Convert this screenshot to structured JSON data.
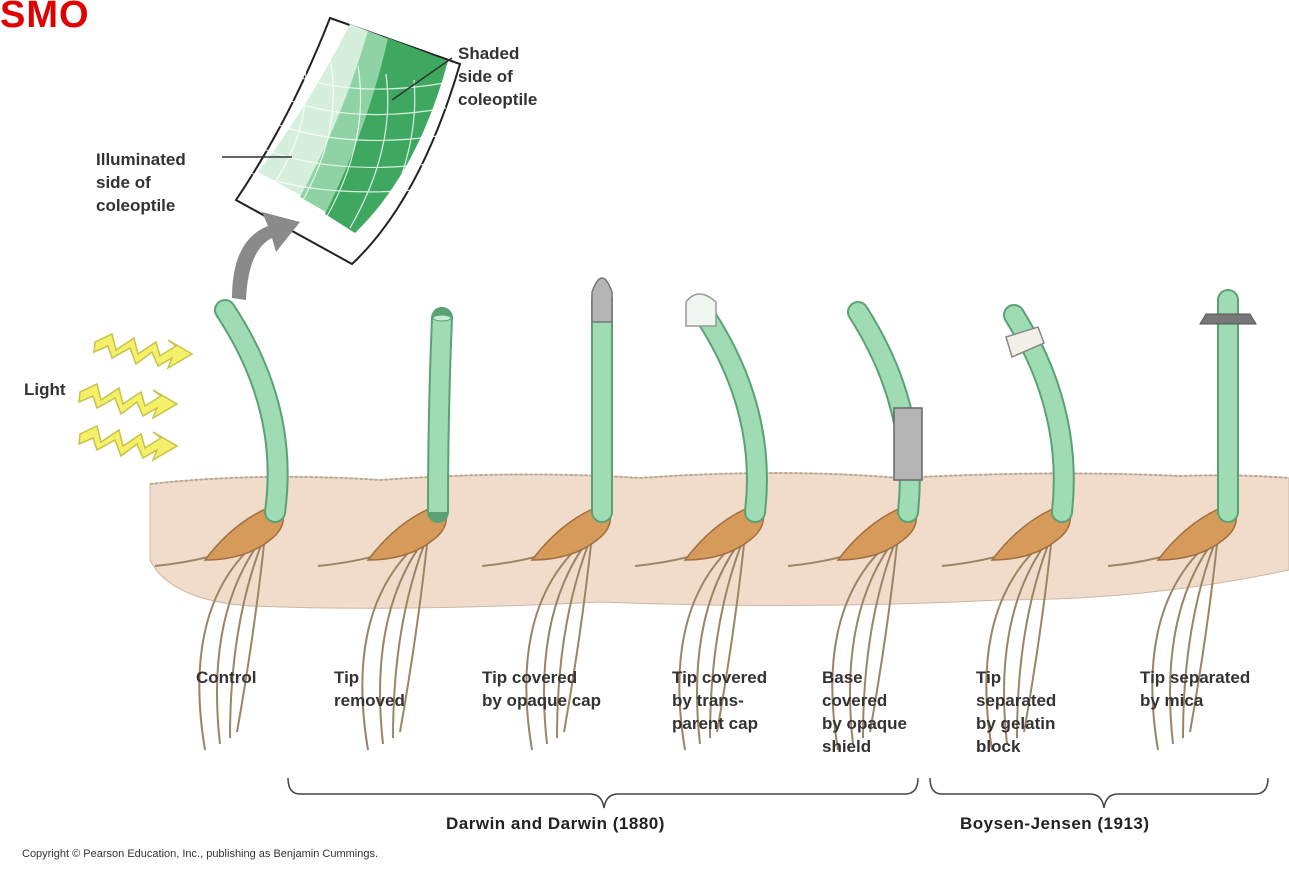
{
  "corner_text": "SMO",
  "inset": {
    "shaded_label": [
      "Shaded",
      "side of",
      "coleoptile"
    ],
    "illuminated_label": [
      "Illuminated",
      "side of",
      "coleoptile"
    ]
  },
  "light_label": "Light",
  "experiments": [
    {
      "id": "control",
      "lines": [
        "Control"
      ]
    },
    {
      "id": "tip-removed",
      "lines": [
        "Tip",
        "removed"
      ]
    },
    {
      "id": "opaque-cap",
      "lines": [
        "Tip covered",
        "by opaque cap"
      ]
    },
    {
      "id": "transparent-cap",
      "lines": [
        "Tip covered",
        "by trans-",
        "parent cap"
      ]
    },
    {
      "id": "opaque-shield",
      "lines": [
        "Base",
        "covered",
        "by opaque",
        "shield"
      ]
    },
    {
      "id": "gelatin-block",
      "lines": [
        "Tip",
        "separated",
        "by gelatin",
        "block"
      ]
    },
    {
      "id": "mica",
      "lines": [
        "Tip separated",
        "by mica"
      ]
    }
  ],
  "groups": [
    {
      "label": "Darwin and Darwin (1880)"
    },
    {
      "label": "Boysen-Jensen (1913)"
    }
  ],
  "copyright": "Copyright © Pearson Education, Inc., publishing as Benjamin Cummings.",
  "colors": {
    "coleoptile": "#9fdcb4",
    "coleoptile_outline": "#5aa274",
    "seed": "#d69a5a",
    "soil": "#f1dccb",
    "light_wave": "#f5f06a",
    "cap": "#b5b5b5",
    "corner": "#e00000"
  }
}
